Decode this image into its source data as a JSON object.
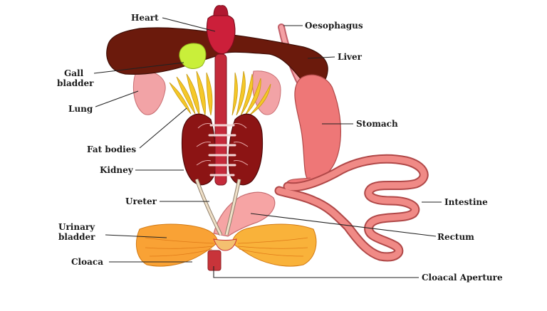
{
  "labels": {
    "heart": "Heart",
    "oesophagus": "Oesophagus",
    "gall_bladder_line1": "Gall",
    "gall_bladder_line2": "bladder",
    "liver": "Liver",
    "lung": "Lung",
    "stomach": "Stomach",
    "fat_bodies": "Fat bodies",
    "kidney": "Kidney",
    "ureter": "Ureter",
    "intestine": "Intestine",
    "urinary_bladder_line1": "Urinary",
    "urinary_bladder_line2": "bladder",
    "rectum": "Rectum",
    "cloaca": "Cloaca",
    "cloacal_aperture": "Cloacal Aperture"
  },
  "colors": {
    "liver": "#6b1a0c",
    "heart": "#cc1f3a",
    "gall_bladder": "#c9ef3a",
    "lung": "#f2a3a6",
    "fat_bodies": "#f5c828",
    "kidney": "#8c1414",
    "stomach": "#ee7777",
    "intestine": "#f08a86",
    "bladder": "#f9a235",
    "cloaca": "#c8343a",
    "background": "#ffffff"
  }
}
